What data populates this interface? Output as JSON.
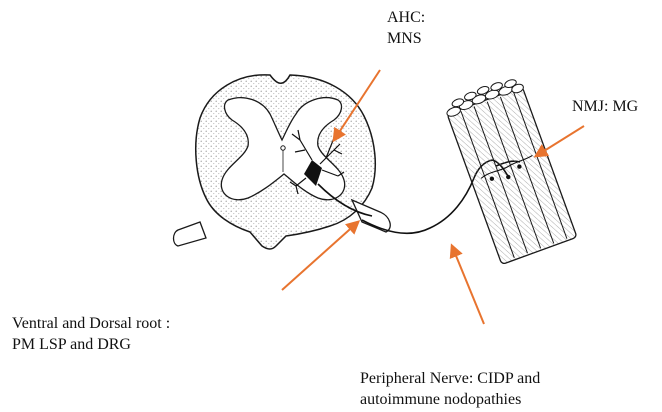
{
  "labels": {
    "ahc": {
      "line1": "AHC:",
      "line2": "MNS"
    },
    "nmj": {
      "text": "NMJ: MG"
    },
    "roots": {
      "line1": "Ventral and Dorsal root :",
      "line2": "PM LSP and DRG"
    },
    "nerve": {
      "line1": "Peripheral Nerve: CIDP and",
      "line2": "autoimmune nodopathies"
    }
  },
  "colors": {
    "arrow": "#e8742f",
    "outline": "#1a1a1a",
    "grey_matter": "#ffffff",
    "hatch": "#8a8a8a"
  },
  "icons": {
    "motor_neuron": "motor-neuron-icon",
    "spinal_cord": "spinal-cord-cross-section",
    "muscle_bundle": "muscle-fiber-bundle"
  }
}
